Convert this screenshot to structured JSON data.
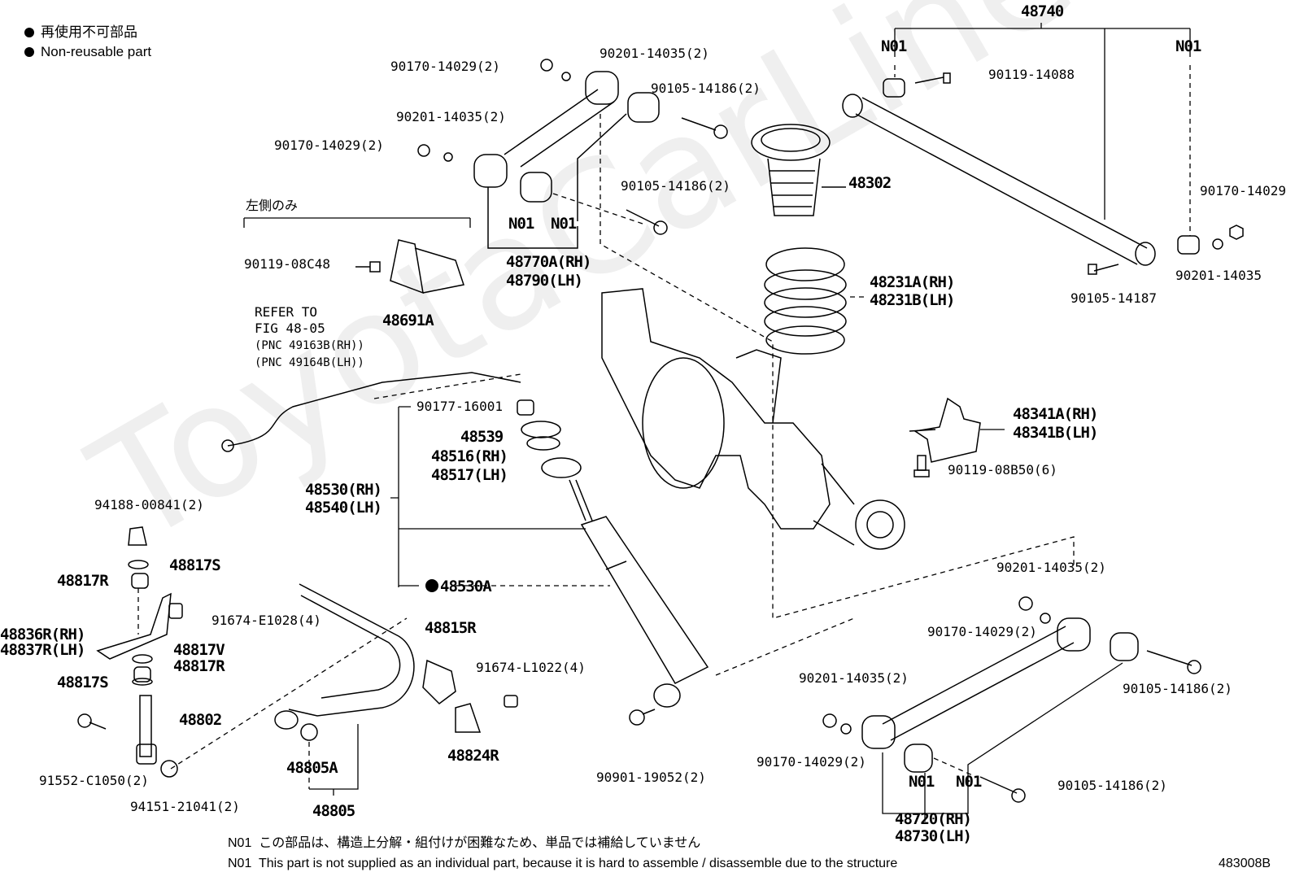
{
  "legend": {
    "jp": "再使用不可部品",
    "en": "Non-reusable part"
  },
  "watermark": "ToyotaCarLine.ru",
  "section_label_left_only": "左側のみ",
  "refer_note": [
    "REFER TO",
    "FIG 48-05",
    "(PNC 49163B(RH))",
    "(PNC 49164B(LH))"
  ],
  "parts": {
    "upper_left": {
      "nut1": "90170-14029(2)",
      "washer1": "90201-14035(2)",
      "washer2": "90201-14035(2)",
      "nut2": "90170-14029(2)",
      "bolt1": "90105-14186(2)",
      "bolt2": "90105-14186(2)",
      "bushing_a": "N01",
      "bushing_b": "N01",
      "arm_rh": "48770A(RH)",
      "arm_lh": "48790(LH)"
    },
    "bracket_left_only": {
      "bolt": "90119-08C48",
      "bracket": "48691A"
    },
    "bump_spring": {
      "bumper": "48302",
      "spring_rh": "48231A(RH)",
      "spring_lh": "48231B(LH)"
    },
    "lateral_rod": {
      "assembly": "48740",
      "bushing_left": "N01",
      "bushing_right": "N01",
      "bolt_top": "90119-14088",
      "nut": "90170-14029",
      "washer": "90201-14035",
      "bolt_bottom": "90105-14187"
    },
    "shock": {
      "nut": "90177-16001",
      "cushion": "48539",
      "support_rh": "48516(RH)",
      "support_lh": "48517(LH)",
      "absorber_rh": "48530(RH)",
      "absorber_lh": "48540(LH)",
      "absorber_nonreusable": "48530A",
      "lower_bolt": "90901-19052(2)"
    },
    "spring_bracket": {
      "bracket_rh": "48341A(RH)",
      "bracket_lh": "48341B(LH)",
      "bolt": "90119-08B50(6)"
    },
    "stabilizer_link": {
      "nut": "94188-00841(2)",
      "retainer_top": "48817S",
      "cushion_top": "48817R",
      "bracket_rh": "48836R(RH)",
      "bracket_lh": "48837R(LH)",
      "bracket_bolt": "91674-E1028(4)",
      "retainer_v": "48817V",
      "cushion_bottom": "48817R",
      "retainer_bottom": "48817S",
      "link": "48802",
      "bolt": "91552-C1050(2)",
      "nut_bottom": "94151-21041(2)"
    },
    "stabilizer_bar": {
      "bushing": "48815R",
      "bushing_bolt": "91674-L1022(4)",
      "clamp": "48824R",
      "bar_bushing": "48805A",
      "bar": "48805"
    },
    "lower_arm": {
      "washer_top": "90201-14035(2)",
      "nut_top": "90170-14029(2)",
      "bolt_right": "90105-14186(2)",
      "washer_left": "90201-14035(2)",
      "nut_left": "90170-14029(2)",
      "bushing_a": "N01",
      "bushing_b": "N01",
      "bolt_bottom": "90105-14186(2)",
      "arm_rh": "48720(RH)",
      "arm_lh": "48730(LH)"
    }
  },
  "footnotes": {
    "code": "N01",
    "jp": "この部品は、構造上分解・組付けが困難なため、単品では補給していません",
    "en": "This part is not supplied as an individual part, because it is hard to assemble / disassemble due to the structure"
  },
  "figure_id": "483008B"
}
